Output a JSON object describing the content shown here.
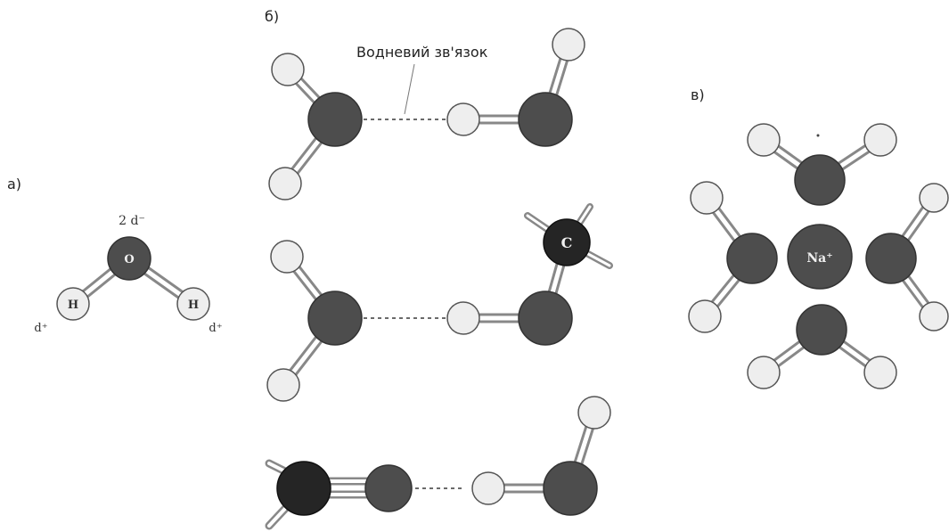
{
  "panels": {
    "a": {
      "label": "а)"
    },
    "b": {
      "label": "б)",
      "hbond_label": "Водневий зв'язок"
    },
    "c": {
      "label": "в)"
    }
  },
  "atoms": {
    "oxygen": "O",
    "hydrogen": "H",
    "carbon": "C",
    "sodium_ion": "Na⁺"
  },
  "charges": {
    "oxygen_partial": "2 d⁻",
    "hydrogen_partial": "d⁺"
  },
  "colors": {
    "oxygen": "#4d4d4d",
    "carbon": "#252525",
    "hydrogen": "#eeeeee",
    "bond": "#888888",
    "dashes": "#555555"
  }
}
